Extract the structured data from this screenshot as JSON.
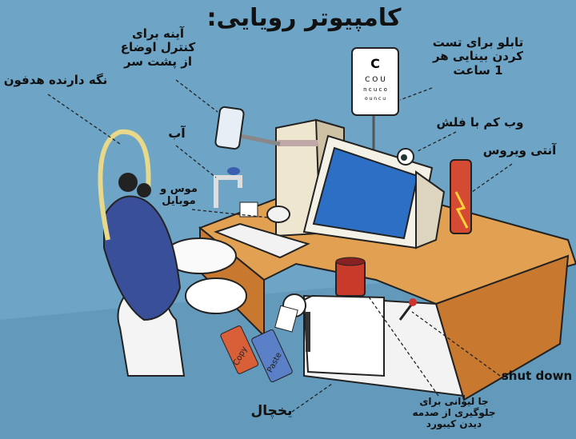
{
  "title": "کامپیوتر رویایی:",
  "labels": {
    "mirror": "آینه برای کنترل اوضاع از پشت سر",
    "eye_chart": "تابلو برای تست کردن بینایی هر 1 ساعت",
    "headphone_holder": "نگه دارنده هدفون",
    "webcam": "وب کم با فلش",
    "antivirus": "آنتی ویروس",
    "water": "آب",
    "mouse_mobile": "موس و موبایل",
    "shutdown": "shut down",
    "cup_holder": "جا لیوانی برای جلوگیری از صدمه دیدن کیبورد",
    "fridge": "یخچال"
  },
  "pedals": {
    "copy": "Copy",
    "paste": "Paste"
  },
  "colors": {
    "background": "#6ea4c6",
    "desk": "#d98a3c",
    "screen": "#2d6fc4",
    "chair": "#3a4f9a"
  }
}
